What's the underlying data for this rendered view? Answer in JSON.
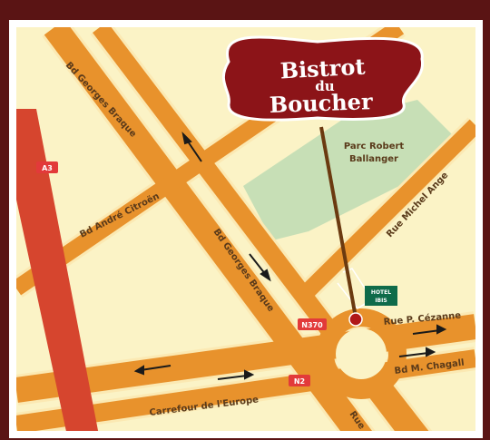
{
  "colors": {
    "frame": "#5a1414",
    "border": "#ffffff",
    "background": "#fbf3c6",
    "road": "#e8922c",
    "road_edge": "#fbe9b3",
    "highway": "#d6452e",
    "park": "#c7dfb6",
    "badge": "#e23a3a",
    "hotel_sign": "#0f6b4a",
    "logo_fill": "#8c1418"
  },
  "logo": {
    "line1": "Bistrot",
    "line2": "du",
    "line3": "Boucher"
  },
  "park": {
    "line1": "Parc Robert",
    "line2": "Ballanger"
  },
  "hotel": {
    "line1": "HOTEL",
    "line2": "IBIS"
  },
  "roads": {
    "bd_georges_braque_top": "Bd Georges Braque",
    "bd_andre_citroen": "Bd André Citroën",
    "bd_georges_braque_mid": "Bd Georges Braque",
    "rue_michel_ange": "Rue Michel Ange",
    "rue_p_cezanne": "Rue P. Cézanne",
    "bd_m_chagall": "Bd M. Chagall",
    "carrefour_europe": "Carrefour de l'Europe",
    "rue_bottom": "Rue"
  },
  "badges": {
    "a3": "A3",
    "n370": "N370",
    "n2": "N2"
  },
  "icons": [
    "direction-arrow-icon",
    "location-marker-icon",
    "hotel-sign-icon"
  ]
}
